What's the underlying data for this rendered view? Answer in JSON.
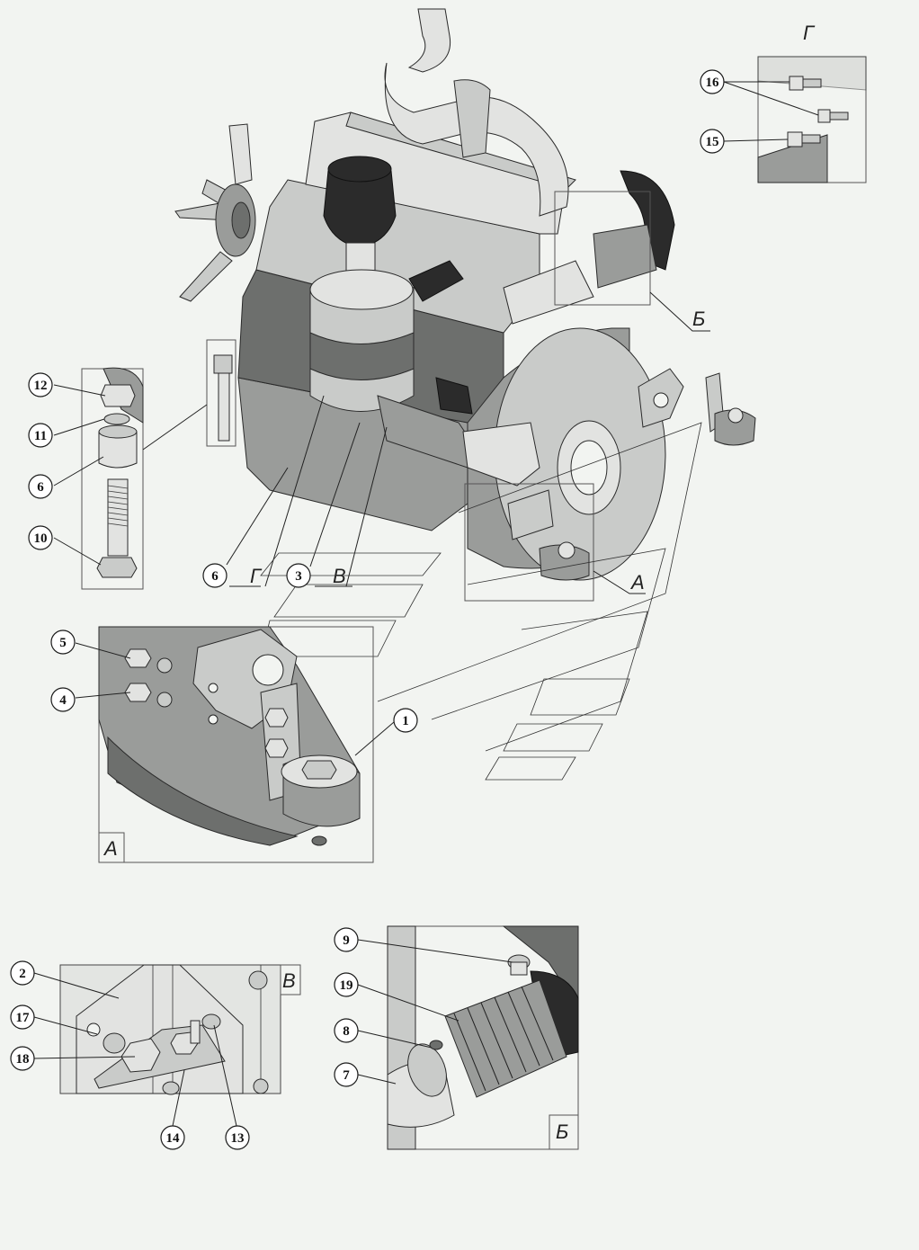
{
  "callouts": [
    {
      "id": "c16",
      "label": "16"
    },
    {
      "id": "c15",
      "label": "15"
    },
    {
      "id": "c12",
      "label": "12"
    },
    {
      "id": "c11",
      "label": "11"
    },
    {
      "id": "c6a",
      "label": "6"
    },
    {
      "id": "c10",
      "label": "10"
    },
    {
      "id": "c6b",
      "label": "6"
    },
    {
      "id": "c3",
      "label": "3"
    },
    {
      "id": "c5",
      "label": "5"
    },
    {
      "id": "c4",
      "label": "4"
    },
    {
      "id": "c1",
      "label": "1"
    },
    {
      "id": "c2",
      "label": "2"
    },
    {
      "id": "c17",
      "label": "17"
    },
    {
      "id": "c18",
      "label": "18"
    },
    {
      "id": "c14",
      "label": "14"
    },
    {
      "id": "c13",
      "label": "13"
    },
    {
      "id": "c9",
      "label": "9"
    },
    {
      "id": "c19",
      "label": "19"
    },
    {
      "id": "c8",
      "label": "8"
    },
    {
      "id": "c7",
      "label": "7"
    }
  ],
  "view_letters": {
    "g_top": "Г",
    "b_main": "Б",
    "a_main": "А",
    "g_label": "Г",
    "v_label": "В",
    "a_box": "А",
    "v_box": "В",
    "b_box": "Б"
  }
}
